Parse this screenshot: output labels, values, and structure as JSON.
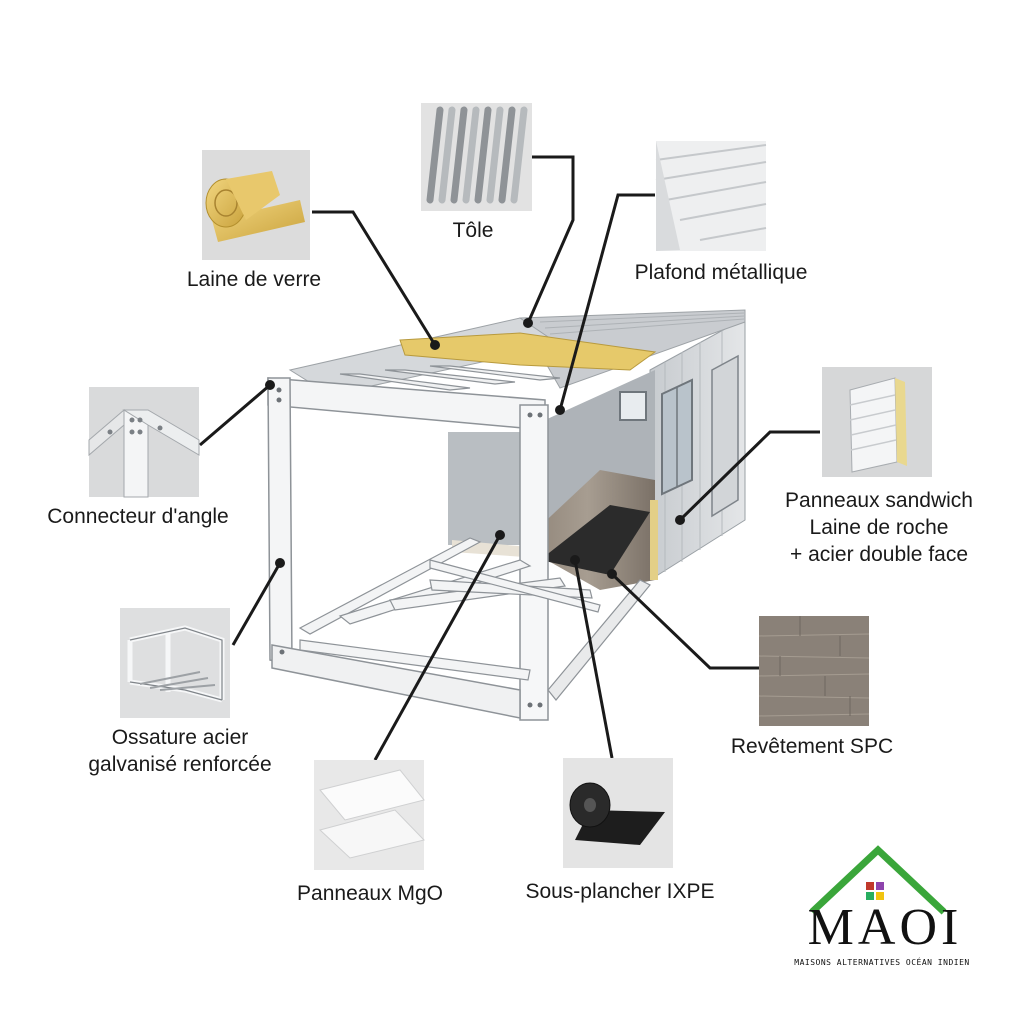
{
  "labels": {
    "tole": "Tôle",
    "laine_verre": "Laine de verre",
    "plafond": "Plafond métallique",
    "connecteur": "Connecteur d'angle",
    "sandwich_1": "Panneaux sandwich",
    "sandwich_2": "Laine de roche",
    "sandwich_3": "+ acier double face",
    "ossature_1": "Ossature acier",
    "ossature_2": "galvanisé renforcée",
    "spc": "Revêtement SPC",
    "mgo": "Panneaux MgO",
    "ixpe": "Sous-plancher IXPE"
  },
  "logo": {
    "name": "MAOI",
    "tagline": "MAISONS ALTERNATIVES OCÉAN INDIEN",
    "roof_color": "#3aa63a",
    "window_colors": [
      "#c0392b",
      "#8e44ad",
      "#27ae60",
      "#f1c40f"
    ]
  },
  "icons": [
    "glass-wool-roll-image",
    "corrugated-sheet-image",
    "metal-ceiling-image",
    "corner-connector-image",
    "sandwich-panel-image",
    "steel-frame-image",
    "spc-flooring-image",
    "mgo-board-image",
    "ixpe-roll-image"
  ]
}
